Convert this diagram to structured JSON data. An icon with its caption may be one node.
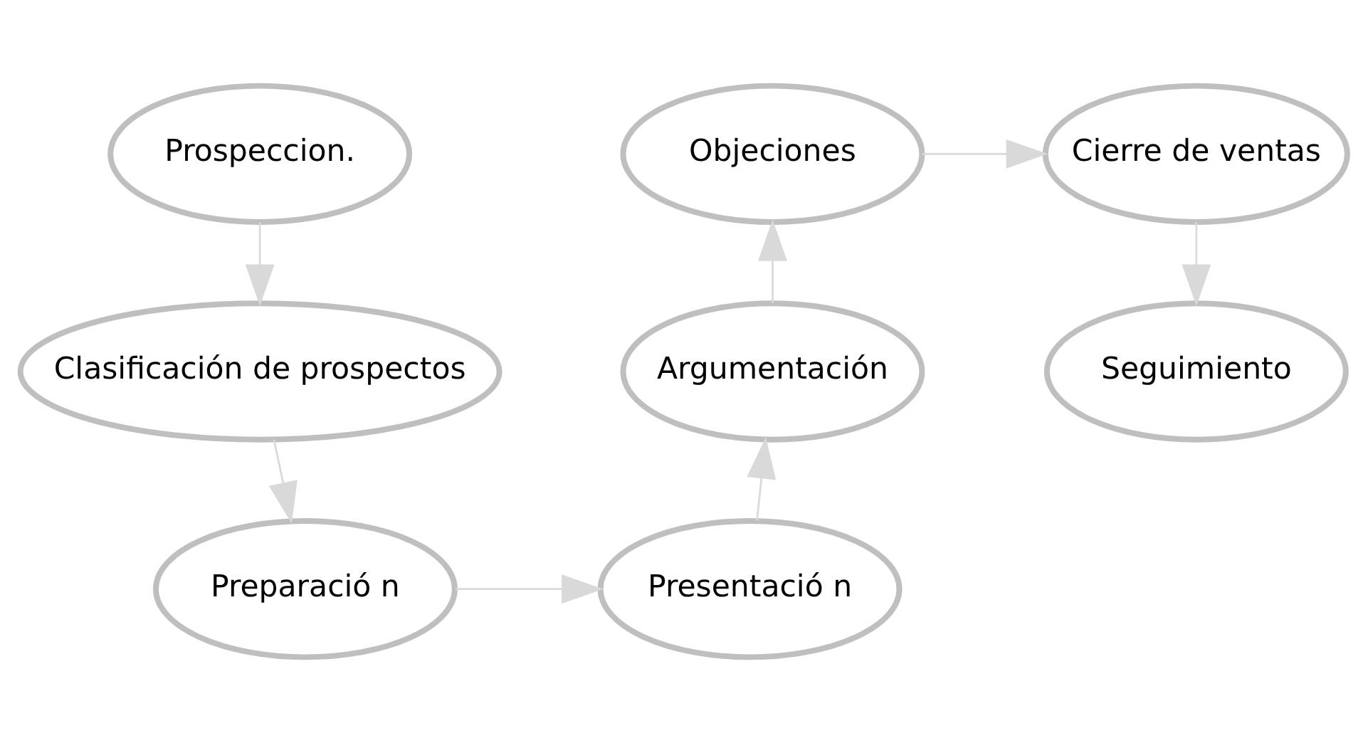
{
  "diagram": {
    "nodes": [
      {
        "text": [
          "Prospeccion."
        ]
      },
      {
        "text": [
          "Clasificación de prospectos"
        ]
      },
      {
        "text": [
          "Preparació n"
        ]
      },
      {
        "text": [
          "Presentació n"
        ]
      },
      {
        "text": [
          "Argumentación"
        ]
      },
      {
        "text": [
          "Objeciones"
        ]
      },
      {
        "text": [
          "Cierre de ventas"
        ]
      },
      {
        "text": [
          "Seguimiento"
        ]
      }
    ],
    "edges": [
      {
        "from": 0,
        "to": 1,
        "arrow": "to"
      },
      {
        "from": 1,
        "to": 2,
        "arrow": "to"
      },
      {
        "from": 2,
        "to": 3,
        "arrow": "to"
      },
      {
        "from": 3,
        "to": 4,
        "arrow": "to"
      },
      {
        "from": 4,
        "to": 5,
        "arrow": "to"
      },
      {
        "from": 5,
        "to": 6,
        "arrow": "to"
      },
      {
        "from": 6,
        "to": 7,
        "arrow": "to"
      }
    ]
  }
}
